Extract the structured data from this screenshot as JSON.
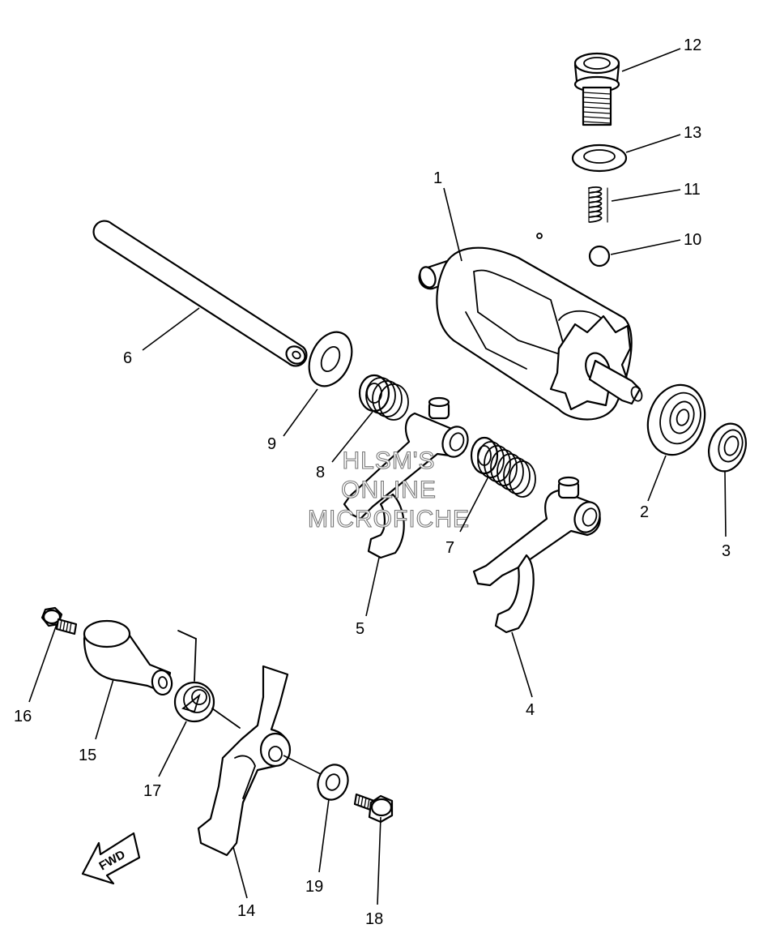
{
  "callouts": [
    {
      "id": "1",
      "text": "1"
    },
    {
      "id": "2",
      "text": "2"
    },
    {
      "id": "3",
      "text": "3"
    },
    {
      "id": "4",
      "text": "4"
    },
    {
      "id": "5",
      "text": "5"
    },
    {
      "id": "6",
      "text": "6"
    },
    {
      "id": "7",
      "text": "7"
    },
    {
      "id": "8",
      "text": "8"
    },
    {
      "id": "9",
      "text": "9"
    },
    {
      "id": "10",
      "text": "10"
    },
    {
      "id": "11",
      "text": "11"
    },
    {
      "id": "12",
      "text": "12"
    },
    {
      "id": "13",
      "text": "13"
    },
    {
      "id": "14",
      "text": "14"
    },
    {
      "id": "15",
      "text": "15"
    },
    {
      "id": "16",
      "text": "16"
    },
    {
      "id": "17",
      "text": "17"
    },
    {
      "id": "18",
      "text": "18"
    },
    {
      "id": "19",
      "text": "19"
    }
  ],
  "watermark": {
    "line1": "HLSM'S",
    "line2": "ONLINE",
    "line3": "MICROFICHE"
  },
  "direction_arrow": {
    "label": "FWD",
    "icon": "forward-arrow-icon"
  }
}
